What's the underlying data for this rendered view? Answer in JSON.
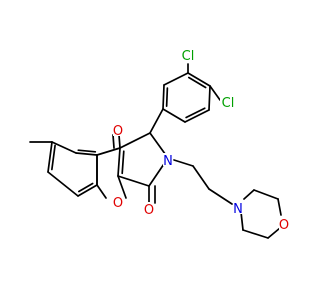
{
  "molecule": {
    "atoms": [
      {
        "name": "chlorine-atom-upper",
        "label": "Cl",
        "color": "#00a000"
      },
      {
        "name": "chlorine-atom-lower",
        "label": "Cl",
        "color": "#00a000"
      },
      {
        "name": "ketone-oxygen-upper",
        "label": "O",
        "color": "#e00000"
      },
      {
        "name": "chromene-ring-oxygen",
        "label": "O",
        "color": "#e00000"
      },
      {
        "name": "lactam-oxygen",
        "label": "O",
        "color": "#e00000"
      },
      {
        "name": "lactam-nitrogen",
        "label": "N",
        "color": "#0000e0"
      },
      {
        "name": "morpholine-nitrogen",
        "label": "N",
        "color": "#0000e0"
      },
      {
        "name": "morpholine-oxygen",
        "label": "O",
        "color": "#e00000"
      }
    ],
    "bond_color": "#000000"
  }
}
